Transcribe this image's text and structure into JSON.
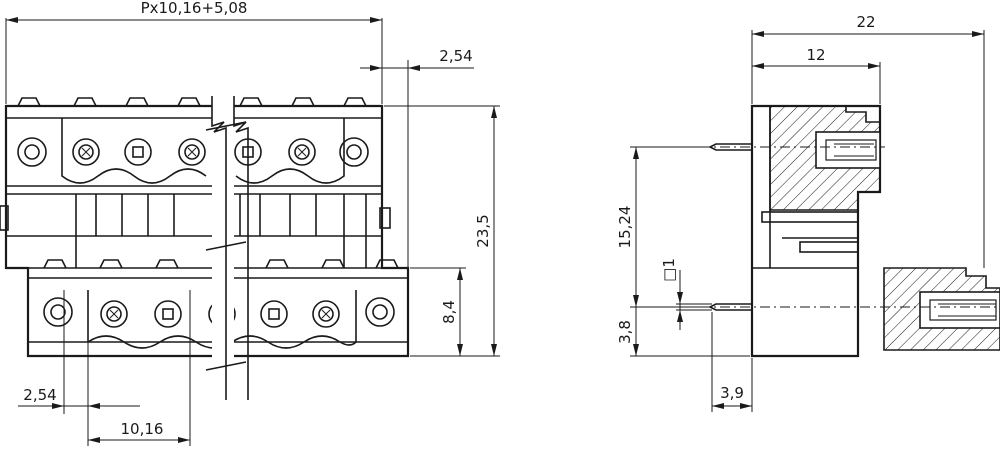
{
  "dimensions": {
    "pitch_formula": "Px10,16+5,08",
    "top_offset": "2,54",
    "total_height": "23,5",
    "lower_height": "8,4",
    "bottom_offset": "2,54",
    "pitch": "10,16",
    "depth_total": "22",
    "depth_partial": "12",
    "pin_spacing": "15,24",
    "pin_square": "□1",
    "pin_height": "3,8",
    "pin_offset": "3,9"
  }
}
